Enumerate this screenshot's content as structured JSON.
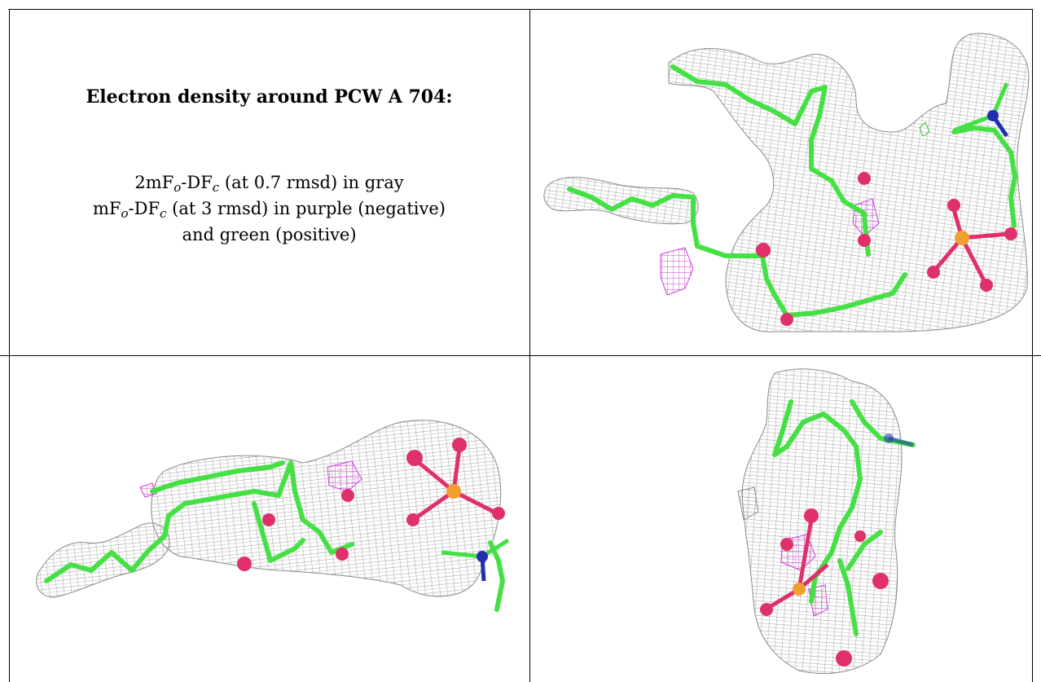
{
  "caption": {
    "title": "Electron density around PCW A 704:",
    "line1": {
      "pre": "2mF",
      "sub1": "o",
      "mid": "-DF",
      "sub2": "c",
      "post": " (at 0.7 rmsd) in gray"
    },
    "line2": {
      "pre": "mF",
      "sub1": "o",
      "mid": "-DF",
      "sub2": "c",
      "post": " (at 3 rmsd) in purple (negative)"
    },
    "line3": "and green (positive)"
  },
  "colors": {
    "mesh": "#9c9c9c",
    "carbon": "#44e044",
    "oxygen": "#e0306a",
    "phosphorus": "#f0a030",
    "nitrogen": "#2030b0",
    "negative_density": "#d040d8",
    "positive_density": "#30d030"
  },
  "panels": [
    {
      "view": "top-right"
    },
    {
      "view": "bottom-left"
    },
    {
      "view": "bottom-right"
    }
  ]
}
